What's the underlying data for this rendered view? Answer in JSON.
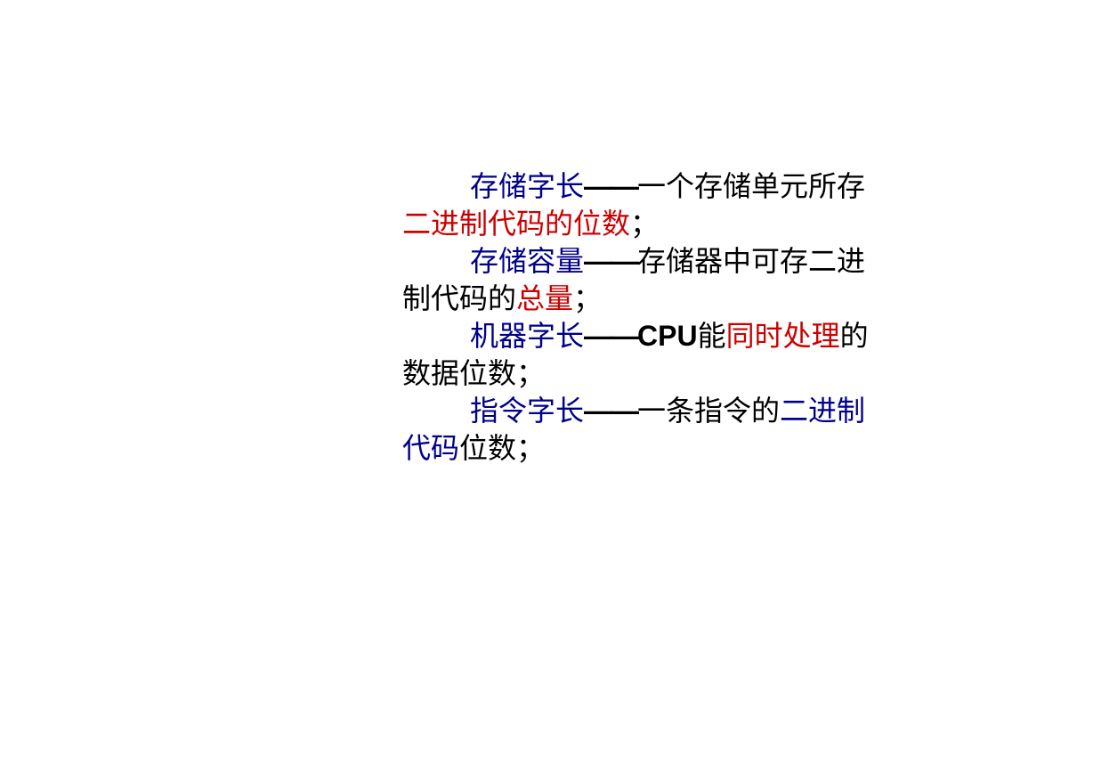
{
  "colors": {
    "term": "#00008b",
    "emphasis": "#cc0000",
    "body": "#000000",
    "background": "#ffffff"
  },
  "definitions": [
    {
      "term": "存储字长",
      "dash": "——",
      "def_a": "一个存储单元所存",
      "def_b_emph": "二进制代码的位数",
      "def_c": "；"
    },
    {
      "term": "存储容量",
      "dash": "——",
      "def_a": "存储器中可存二进",
      "def_b": "制代码的",
      "def_b_emph": "总量",
      "def_c": "；"
    },
    {
      "term": "机器字长",
      "dash": "——",
      "cpu": "CPU",
      "def_a": "能",
      "def_a_emph": "同时处理",
      "def_a_tail": "的",
      "def_b": "数据位数；"
    },
    {
      "term": "指令字长",
      "dash": "——",
      "def_a": "一条指令的",
      "def_a_term": "二进制",
      "def_b_term": "代码",
      "def_b": "位数；"
    }
  ]
}
